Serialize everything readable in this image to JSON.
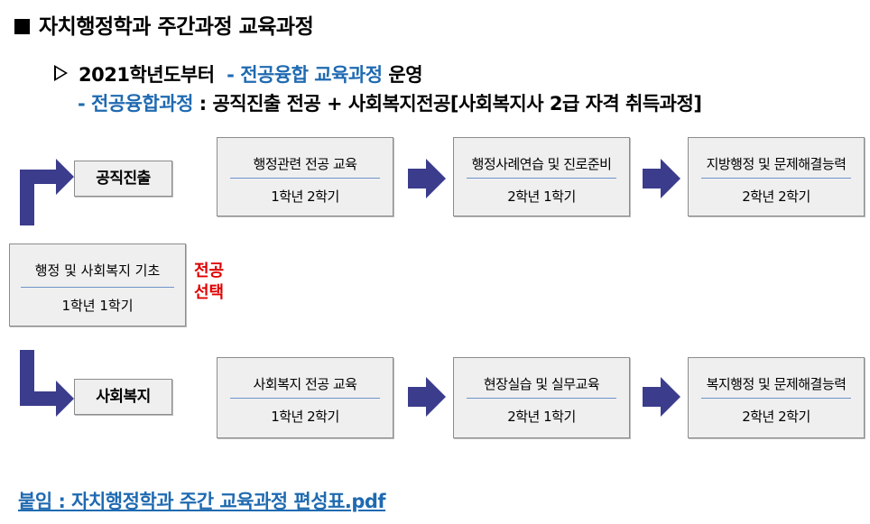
{
  "title": "자치행정학과 주간과정 교육과정",
  "intro": {
    "line1_prefix": "2021학년도부터",
    "line1_blue": "- 전공융합 교육과정",
    "line1_suffix": "운영",
    "line2_blue": "- 전공융합과정",
    "line2_rest": ": 공직진출 전공 + 사회복지전공[사회복지사 2급 자격 취득과정]"
  },
  "base": {
    "title": "행정 및 사회복지 기초",
    "term": "1학년 1학기"
  },
  "select_label": [
    "전공",
    "선택"
  ],
  "tracks": [
    {
      "name": "공직진출",
      "stages": [
        {
          "title": "행정관련 전공 교육",
          "term": "1학년 2학기"
        },
        {
          "title": "행정사례연습 및 진로준비",
          "term": "2학년 1학기"
        },
        {
          "title": "지방행정 및 문제해결능력",
          "term": "2학년 2학기"
        }
      ]
    },
    {
      "name": "사회복지",
      "stages": [
        {
          "title": "사회복지 전공 교육",
          "term": "1학년 2학기"
        },
        {
          "title": "현장실습 및 실무교육",
          "term": "2학년 1학기"
        },
        {
          "title": "복지행정 및 문제해결능력",
          "term": "2학년 2학기"
        }
      ]
    }
  ],
  "attachment": "붙임 : 자치행정학과 주간 교육과정 편성표.pdf",
  "colors": {
    "accent_blue": "#1f6ab1",
    "arrow": "#3b3c8c",
    "select_red": "#e00000",
    "box_fill": "#efefef"
  }
}
